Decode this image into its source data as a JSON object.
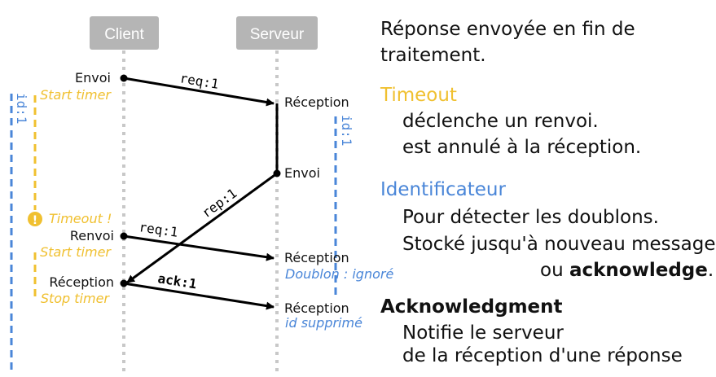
{
  "diagram": {
    "actors": {
      "client": "Client",
      "server": "Serveur"
    },
    "arrows": {
      "req1": "req:1",
      "rep1": "rep:1",
      "req1_resend": "req:1",
      "ack1": "ack:1"
    },
    "client_events": {
      "send": "Envoi",
      "start_timer_1": "Start timer",
      "timeout": "Timeout !",
      "resend": "Renvoi",
      "start_timer_2": "Start timer",
      "reception": "Réception",
      "stop_timer": "Stop timer"
    },
    "server_events": {
      "reception_1": "Réception",
      "send": "Envoi",
      "reception_2": "Réception",
      "duplicate_ignored": "Doublon : ignoré",
      "reception_3": "Réception",
      "id_deleted": "id supprimé"
    },
    "ids": {
      "client_id": "id:1",
      "server_id": "id:1"
    },
    "timeout_icon": "!"
  },
  "colors": {
    "timer": "#f0c030",
    "id": "#4a86d8",
    "actor_box": "#b5b5b5",
    "lifeline": "#c8c8c8",
    "arrow": "#000000"
  },
  "panel": {
    "intro": "Réponse envoyée en fin de",
    "intro2": "traitement.",
    "timeout_title": "Timeout",
    "timeout_line1": "déclenche un renvoi.",
    "timeout_line2": "est annulé à la réception.",
    "id_title": "Identificateur",
    "id_line1": "Pour détecter les doublons.",
    "id_line2": "Stocké jusqu'à nouveau message",
    "id_line3a": "ou ",
    "id_line3b": "acknowledge",
    "id_line3c": ".",
    "ack_title": "Acknowledgment",
    "ack_line1": "Notifie le serveur",
    "ack_line2": "de la réception d'une réponse"
  }
}
